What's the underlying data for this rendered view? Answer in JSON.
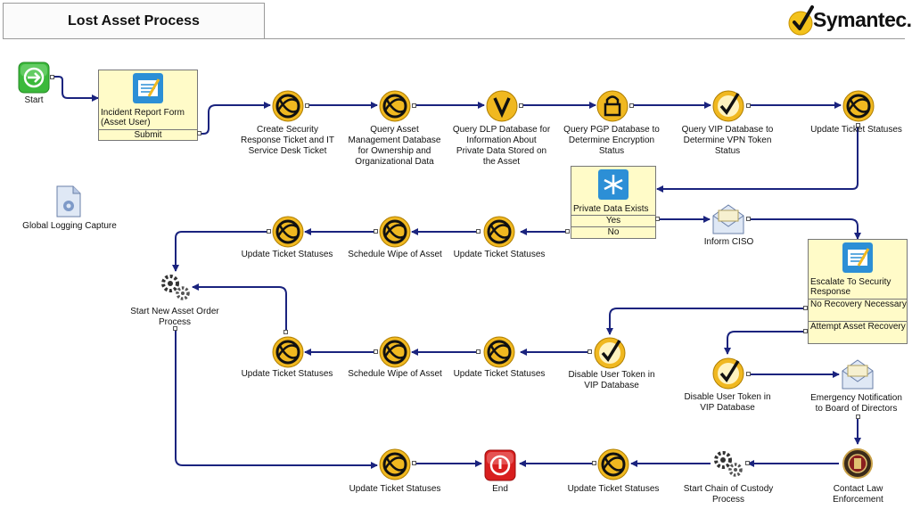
{
  "header": {
    "title": "Lost Asset Process",
    "brand": "Symantec."
  },
  "colors": {
    "connector": "#1a237e",
    "ticket_icon": "#f0b820",
    "form_fill": "#fffbc8",
    "start_icon": "#3bb93b",
    "end_icon": "#d81e1e"
  },
  "nodes": {
    "start": {
      "label": "Start",
      "icon": "start-icon"
    },
    "incident_form": {
      "title": "Incident Report Form\n(Asset User)",
      "rows": [
        "Submit"
      ],
      "icon": "form-icon"
    },
    "create_ticket": {
      "label": "Create Security\nResponse Ticket and IT\nService Desk Ticket",
      "icon": "ticket-icon"
    },
    "query_asset": {
      "label": "Query Asset\nManagement Database\nfor Ownership and\nOrganizational Data",
      "icon": "ticket-icon"
    },
    "query_dlp": {
      "label": "Query DLP Database for\nInformation About\nPrivate Data Stored on\nthe Asset",
      "icon": "dlp-icon"
    },
    "query_pgp": {
      "label": "Query PGP Database to\nDetermine Encryption\nStatus",
      "icon": "pgp-lock-icon"
    },
    "query_vip": {
      "label": "Query VIP Database to\nDetermine VPN Token\nStatus",
      "icon": "checkmark-icon"
    },
    "update_1": {
      "label": "Update Ticket Statuses",
      "icon": "ticket-icon"
    },
    "global_logging": {
      "label": "Global Logging Capture",
      "icon": "log-file-icon"
    },
    "private_data": {
      "title": "Private Data Exists",
      "rows": [
        "Yes",
        "No"
      ],
      "icon": "snowflake-icon"
    },
    "inform_ciso": {
      "label": "Inform CISO",
      "icon": "envelope-icon"
    },
    "update_2": {
      "label": "Update Ticket Statuses",
      "icon": "ticket-icon"
    },
    "schedule_wipe_1": {
      "label": "Schedule Wipe of Asset",
      "icon": "ticket-icon"
    },
    "update_3": {
      "label": "Update Ticket Statuses",
      "icon": "ticket-icon"
    },
    "start_new_order": {
      "label": "Start New Asset Order\nProcess",
      "icon": "gears-icon"
    },
    "escalate": {
      "title": "Escalate To Security\nResponse",
      "rows": [
        "No Recovery\nNecessary",
        "Attempt Asset\nRecovery"
      ],
      "icon": "form-icon"
    },
    "disable_token_1": {
      "label": "Disable User Token in\nVIP Database",
      "icon": "checkmark-icon"
    },
    "update_4": {
      "label": "Update Ticket Statuses",
      "icon": "ticket-icon"
    },
    "schedule_wipe_2": {
      "label": "Schedule Wipe of Asset",
      "icon": "ticket-icon"
    },
    "update_5": {
      "label": "Update Ticket Statuses",
      "icon": "ticket-icon"
    },
    "disable_token_2": {
      "label": "Disable User Token in\nVIP Database",
      "icon": "checkmark-icon"
    },
    "emergency": {
      "label": "Emergency Notification\nto Board of Directors",
      "icon": "envelope-icon"
    },
    "contact_law": {
      "label": "Contact Law\nEnforcement",
      "icon": "fbi-seal-icon"
    },
    "chain_custody": {
      "label": "Start Chain of Custody\nProcess",
      "icon": "gears-icon"
    },
    "update_6": {
      "label": "Update Ticket Statuses",
      "icon": "ticket-icon"
    },
    "end": {
      "label": "End",
      "icon": "end-icon"
    },
    "update_7": {
      "label": "Update Ticket Statuses",
      "icon": "ticket-icon"
    }
  }
}
